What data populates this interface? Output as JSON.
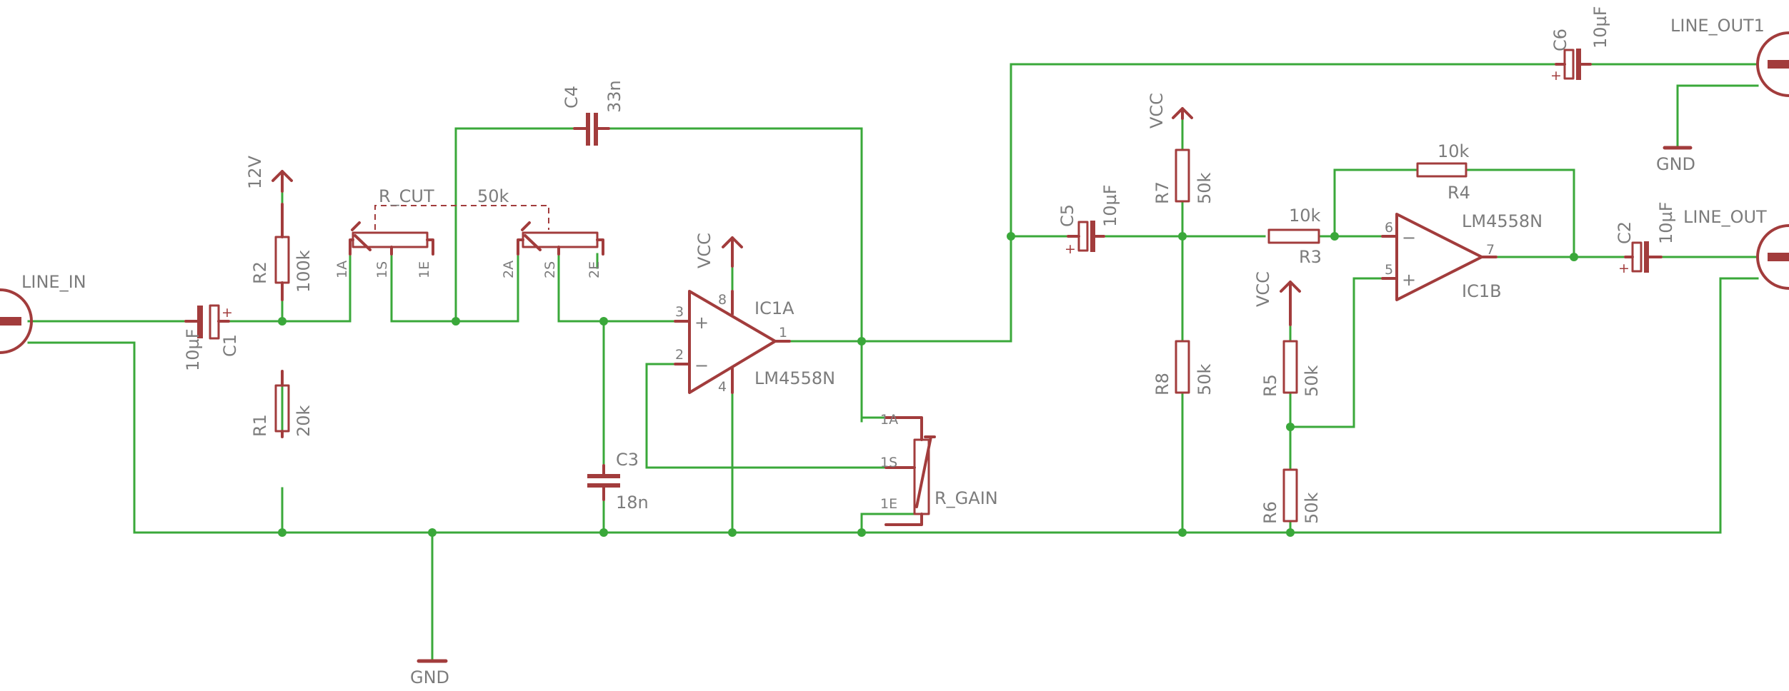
{
  "colors": {
    "wire": "#3aa83a",
    "part": "#a23c3c",
    "text": "#7c7c7c"
  },
  "connectors": {
    "line_in": "LINE_IN",
    "line_out": "LINE_OUT",
    "line_out1": "LINE_OUT1"
  },
  "power": {
    "gnd_main": "GND",
    "gnd_out": "GND",
    "v12": "12V",
    "vcc_ic1a": "VCC",
    "vcc_r7": "VCC",
    "vcc_r5": "VCC"
  },
  "components": {
    "c1": {
      "name": "C1",
      "value": "10µF"
    },
    "c2": {
      "name": "C2",
      "value": "10µF"
    },
    "c3": {
      "name": "C3",
      "value": "18n"
    },
    "c4": {
      "name": "C4",
      "value": "33n"
    },
    "c5": {
      "name": "C5",
      "value": "10µF"
    },
    "c6": {
      "name": "C6",
      "value": "10µF"
    },
    "r1": {
      "name": "R1",
      "value": "20k"
    },
    "r2": {
      "name": "R2",
      "value": "100k"
    },
    "r3": {
      "name": "R3",
      "value": "10k"
    },
    "r4": {
      "name": "R4",
      "value": "10k"
    },
    "r5": {
      "name": "R5",
      "value": "50k"
    },
    "r6": {
      "name": "R6",
      "value": "50k"
    },
    "r7": {
      "name": "R7",
      "value": "50k"
    },
    "r8": {
      "name": "R8",
      "value": "50k"
    },
    "r_cut": {
      "name": "R_CUT",
      "value": "50k",
      "pins": [
        "1A",
        "1S",
        "1E",
        "2A",
        "2S",
        "2E"
      ]
    },
    "r_gain": {
      "name": "R_GAIN",
      "pins": [
        "1A",
        "1S",
        "1E"
      ]
    },
    "ic1a": {
      "name": "IC1A",
      "part": "LM4558N",
      "pins": [
        "3",
        "2",
        "1",
        "8",
        "4"
      ],
      "plus": "+",
      "minus": "−"
    },
    "ic1b": {
      "name": "IC1B",
      "part": "LM4558N",
      "pins": [
        "6",
        "5",
        "7"
      ],
      "plus": "+",
      "minus": "−"
    }
  },
  "polarity": "+"
}
